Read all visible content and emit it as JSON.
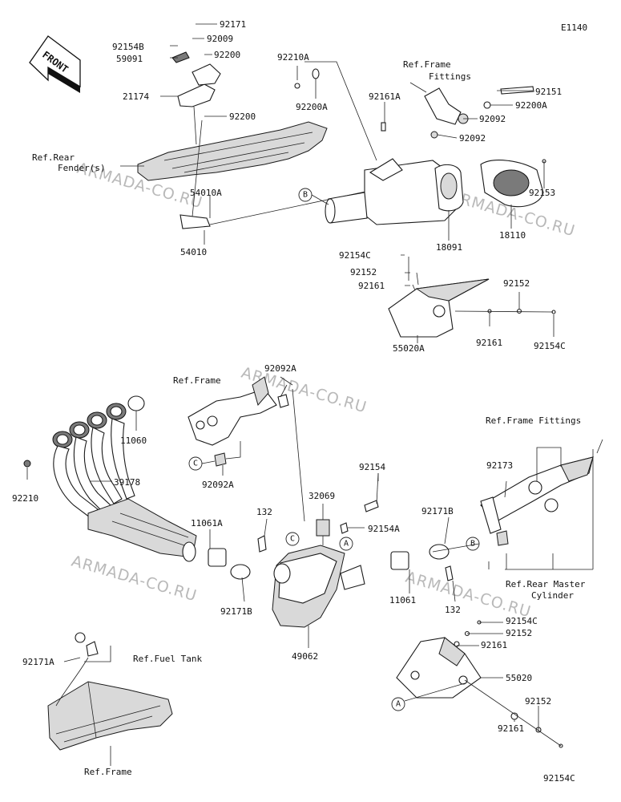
{
  "diagram_code": "E1140",
  "front_label": "FRONT",
  "watermark": "ARMADA-CO.RU",
  "callouts": [
    "A",
    "B",
    "C"
  ],
  "part_numbers": {
    "p92171": "92171",
    "p92154B": "92154B",
    "p92009": "92009",
    "p59091": "59091",
    "p92200_top": "92200",
    "p21174": "21174",
    "p92200_mid": "92200",
    "p54010A": "54010A",
    "p54010": "54010",
    "p92210A": "92210A",
    "p92200A_left": "92200A",
    "p92161A": "92161A",
    "p92151": "92151",
    "p92200A_right": "92200A",
    "p92092_a": "92092",
    "p92092_b": "92092",
    "p92153": "92153",
    "p18091": "18091",
    "p18110": "18110",
    "p92154C_top": "92154C",
    "p92152_top": "92152",
    "p92161_top": "92161",
    "p55020A": "55020A",
    "p92152_right": "92152",
    "p92161_right": "92161",
    "p92154C_right": "92154C",
    "p92092A_top": "92092A",
    "p11060": "11060",
    "p92210": "92210",
    "p39178": "39178",
    "p92092A_bottom": "92092A",
    "p92154": "92154",
    "p32069": "32069",
    "p92154A": "92154A",
    "p132_left": "132",
    "p11061A": "11061A",
    "p92171B_left": "92171B",
    "p49062": "49062",
    "p92171B_right": "92171B",
    "p11061": "11061",
    "p132_right": "132",
    "p92173": "92173",
    "p92154C_bottom": "92154C",
    "p92152_bottom": "92152",
    "p92161_bottom": "92161",
    "p55020": "55020",
    "p92152_bottom2": "92152",
    "p92161_bottom2": "92161",
    "p92154C_bottom2": "92154C",
    "p92171A": "92171A"
  },
  "references": {
    "rear_fender_line1": "Ref.Rear",
    "rear_fender_line2": "Fender(s)",
    "frame_fittings_top_line1": "Ref.Frame",
    "frame_fittings_top_line2": "Fittings",
    "frame_mid": "Ref.Frame",
    "frame_fittings_right": "Ref.Frame Fittings",
    "rear_master_line1": "Ref.Rear Master",
    "rear_master_line2": "Cylinder",
    "fuel_tank": "Ref.Fuel Tank",
    "frame_bottom": "Ref.Frame"
  }
}
